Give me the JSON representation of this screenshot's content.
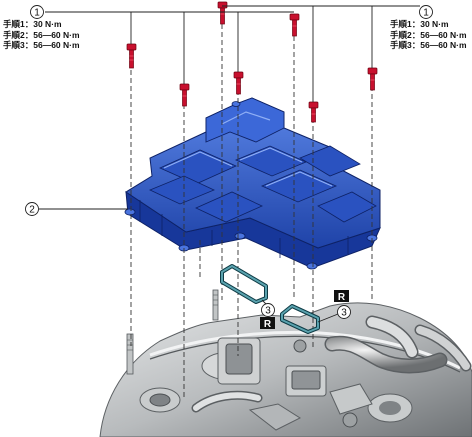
{
  "torque_spec": {
    "steps": [
      {
        "label": "手順1：",
        "value": "30 N·m"
      },
      {
        "label": "手順2：",
        "value": "56—60 N·m"
      },
      {
        "label": "手順3：",
        "value": "56—60 N·m"
      }
    ]
  },
  "callouts": {
    "bolt": "1",
    "control_valve_body": "2",
    "gasket": "3"
  },
  "replace_mark": "R",
  "colors": {
    "valve_body": "#2f5ed1",
    "valve_body_dark": "#17379a",
    "valve_body_light": "#5b86e8",
    "bolt": "#c8102e",
    "gasket": "#3d7a84",
    "housing": "#bfc2c4",
    "housing_dark": "#7d8184",
    "leader": "#222222"
  },
  "icons": [
    "bolt-icon",
    "gasket-icon",
    "valve-body-icon",
    "transmission-housing-icon"
  ]
}
